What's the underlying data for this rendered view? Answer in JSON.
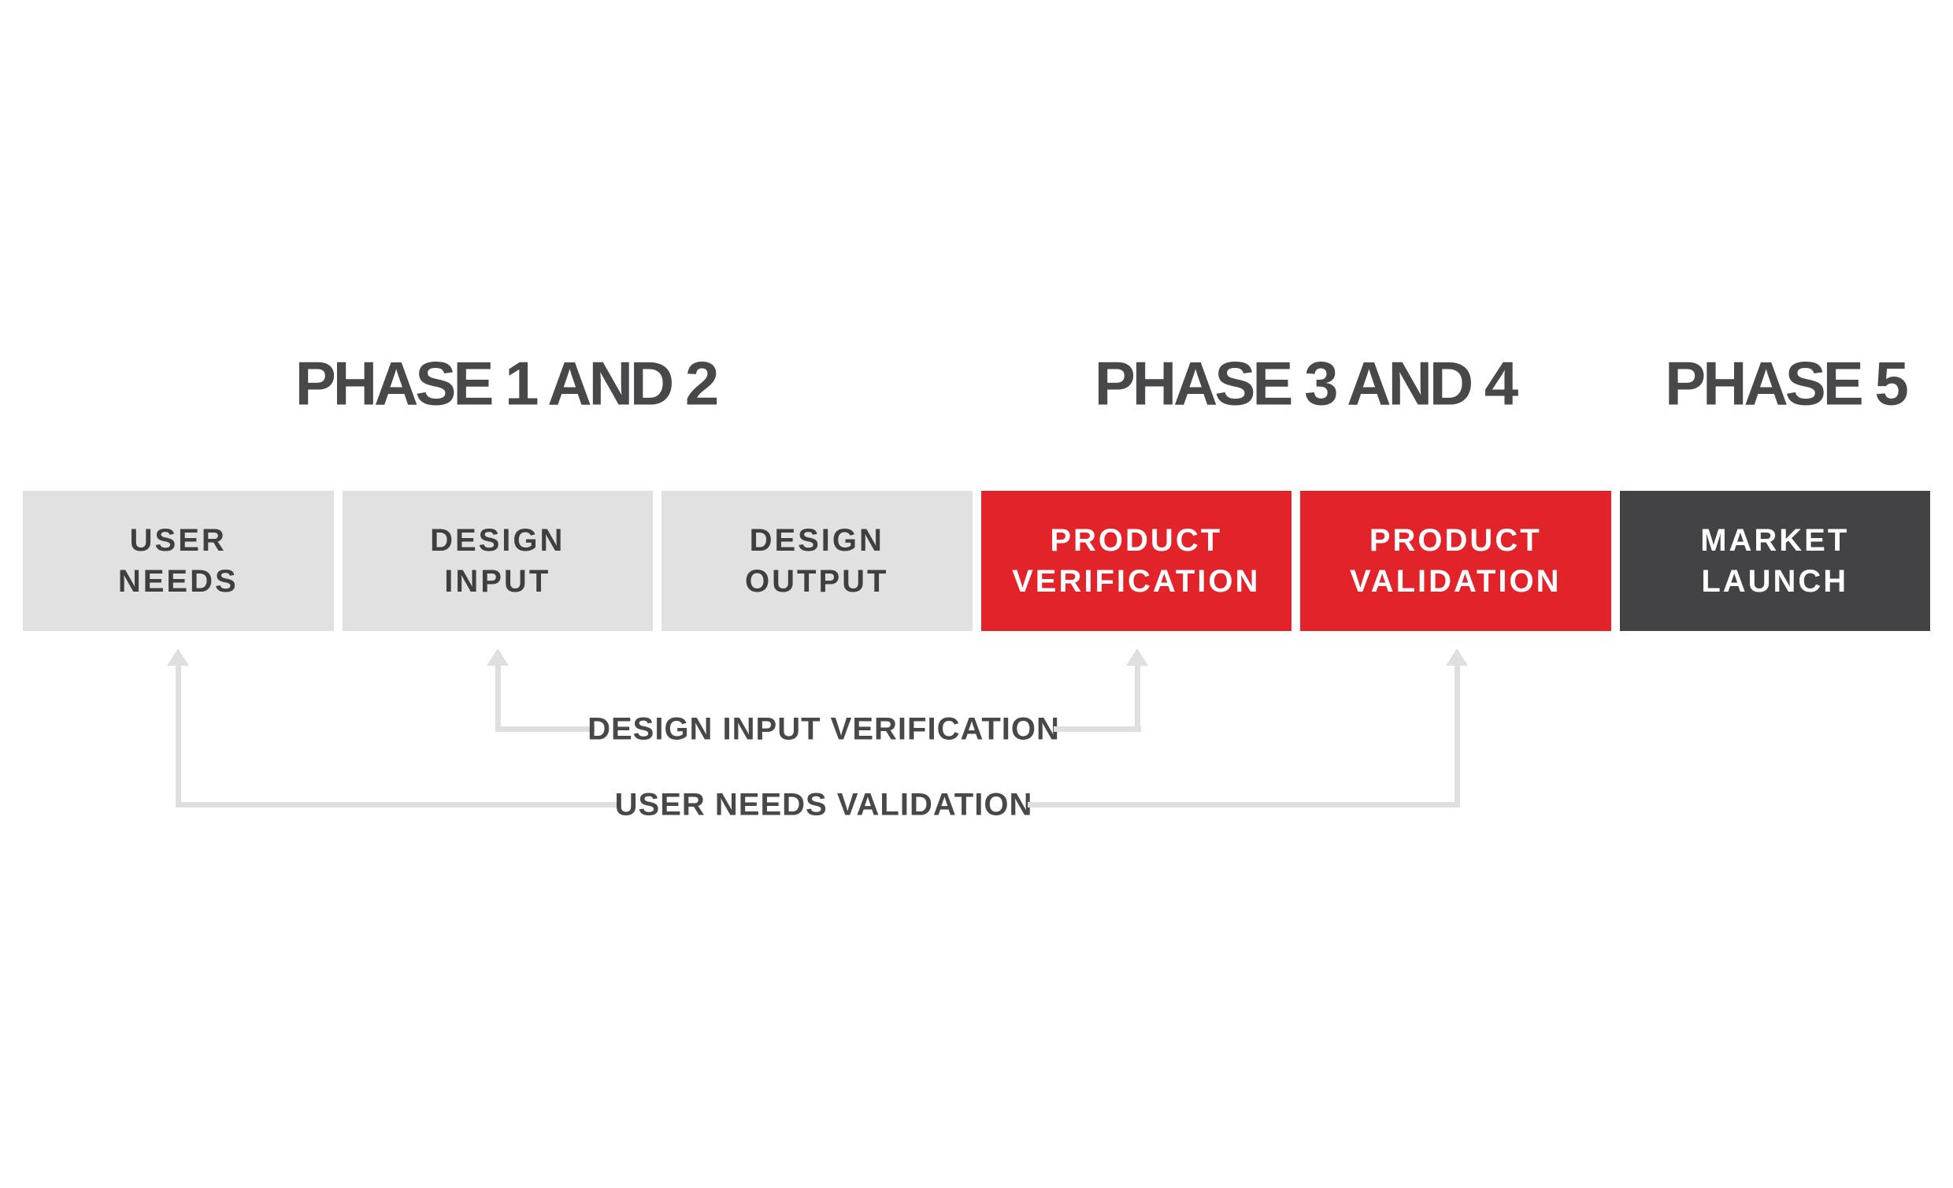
{
  "diagram": {
    "phase_headers": [
      {
        "label": "PHASE 1 AND 2"
      },
      {
        "label": "PHASE 3 AND 4"
      },
      {
        "label": "PHASE 5"
      }
    ],
    "stages": [
      {
        "line1": "USER",
        "line2": "NEEDS",
        "variant": "gray"
      },
      {
        "line1": "DESIGN",
        "line2": "INPUT",
        "variant": "gray"
      },
      {
        "line1": "DESIGN",
        "line2": "OUTPUT",
        "variant": "gray"
      },
      {
        "line1": "PRODUCT",
        "line2": "VERIFICATION",
        "variant": "red"
      },
      {
        "line1": "PRODUCT",
        "line2": "VALIDATION",
        "variant": "red"
      },
      {
        "line1": "MARKET",
        "line2": "LAUNCH",
        "variant": "dark"
      }
    ],
    "connectors": [
      {
        "label": "DESIGN INPUT VERIFICATION",
        "from_stage": "DESIGN INPUT",
        "to_stage": "PRODUCT VERIFICATION"
      },
      {
        "label": "USER NEEDS VALIDATION",
        "from_stage": "USER NEEDS",
        "to_stage": "PRODUCT VALIDATION"
      }
    ],
    "colors": {
      "background": "#ffffff",
      "stage_gray": "#e1e1e1",
      "stage_red": "#e2232a",
      "stage_dark": "#434345",
      "heading_text": "#48484a",
      "stage_text_dark": "#3f3f41",
      "stage_text_light": "#ffffff",
      "connector_line": "#dfdfdf"
    }
  }
}
